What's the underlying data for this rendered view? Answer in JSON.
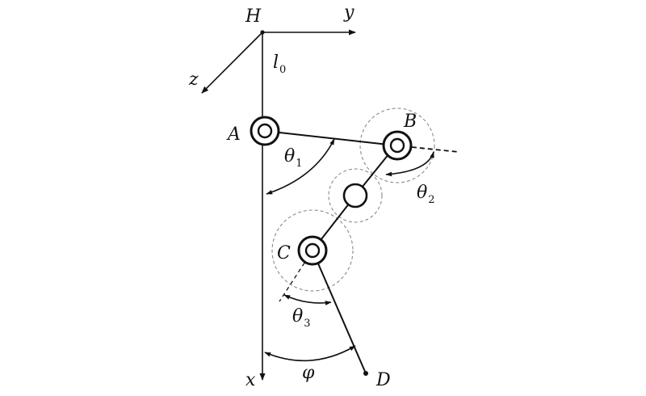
{
  "labels": {
    "H": "H",
    "y": "y",
    "z": "z",
    "x": "x",
    "l": "l",
    "l_sub": "0",
    "A": "A",
    "B": "B",
    "C": "C",
    "D": "D",
    "theta": "θ",
    "theta1_sub": "1",
    "theta2_sub": "2",
    "theta3_sub": "3",
    "phi": "φ"
  },
  "colors": {
    "line": "#111111",
    "dashed": "#8a8a8a",
    "background": "#ffffff"
  }
}
